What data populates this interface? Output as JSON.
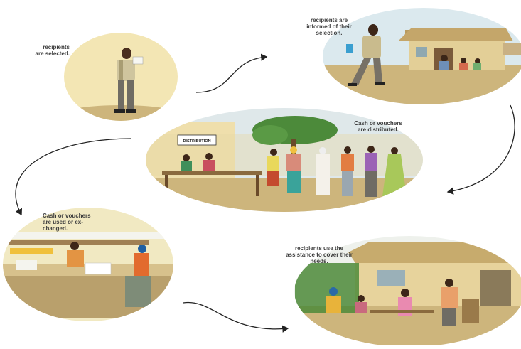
{
  "steps": [
    {
      "id": "selection",
      "caption": "recipients\nare selected."
    },
    {
      "id": "informed",
      "caption": "recipients are\ninformed of their\nselection."
    },
    {
      "id": "distribution",
      "caption": "Cash or vouchers\nare distributed."
    },
    {
      "id": "exchange",
      "caption": "Cash or vouchers\nare used or ex-\nchanged."
    },
    {
      "id": "needs",
      "caption": "recipients use the\nassistance to cover their\nneeds."
    }
  ],
  "sign_text": "DISTRIBUTION",
  "colors": {
    "sky": "#dfe9ee",
    "ground": "#d9c79a",
    "wall": "#e8d6a0",
    "roof": "#b79a5e",
    "arrow": "#222222",
    "tree": "#4c8a3a"
  }
}
